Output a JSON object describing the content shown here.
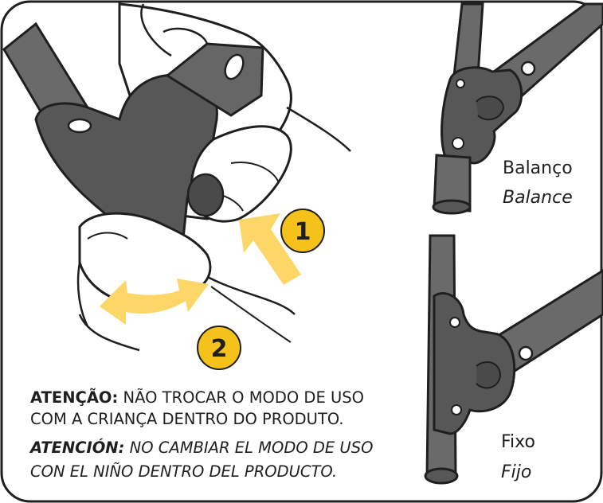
{
  "steps": [
    "1",
    "2"
  ],
  "modes": {
    "balance": {
      "pt": "Balanço",
      "es": "Balance"
    },
    "fixed": {
      "pt": "Fixo",
      "es": "Fijo"
    }
  },
  "warning": {
    "pt": {
      "label": "ATENÇÃO:",
      "line1": "NÃO TROCAR O MODO DE USO",
      "line2": "COM A CRIANÇA DENTRO DO PRODUTO."
    },
    "es": {
      "label": "ATENCIÓN:",
      "line1": "NO CAMBIAR EL MODO DE USO",
      "line2": "CON EL NIÑO DENTRO DEL PRODUCTO."
    }
  },
  "colors": {
    "frame_part": "#5a5a5a",
    "frame_part_dark": "#454545",
    "tube": "#6e6e6e",
    "arrow": "#fcd667",
    "badge": "#f5c11b",
    "outline": "#1f1f1f"
  }
}
